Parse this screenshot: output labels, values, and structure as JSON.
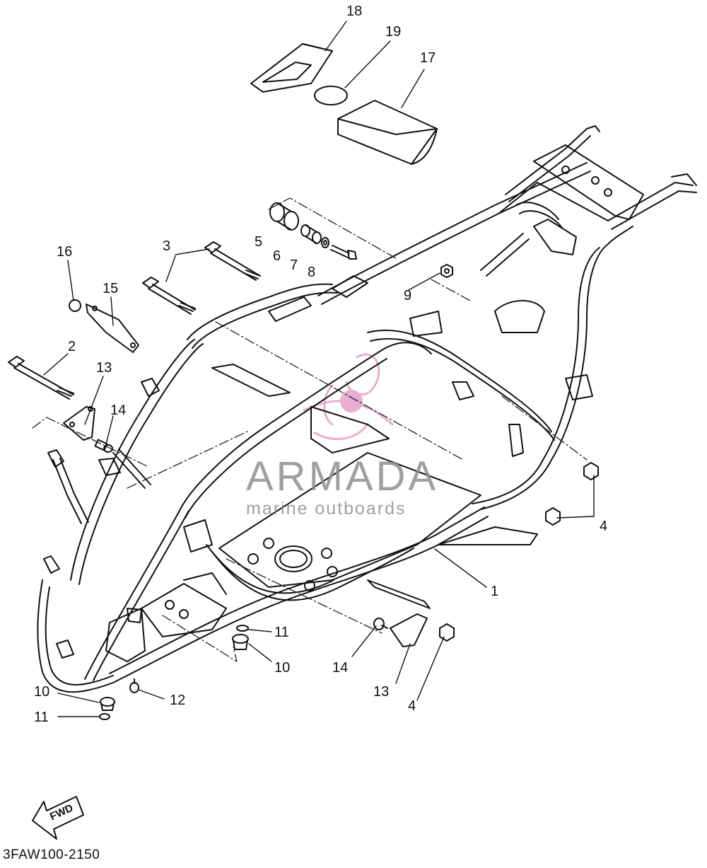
{
  "diagram": {
    "code": "3FAW100-2150",
    "fwd_label": "FWD",
    "watermark": {
      "brand": "ARMADA",
      "tagline": "marine outboards",
      "color": "#e39bc4"
    },
    "callouts": [
      "18",
      "19",
      "17",
      "3",
      "5",
      "6",
      "7",
      "8",
      "16",
      "15",
      "9",
      "2",
      "13",
      "14",
      "4",
      "1",
      "11",
      "10",
      "14",
      "13",
      "4",
      "12",
      "10",
      "11"
    ]
  }
}
